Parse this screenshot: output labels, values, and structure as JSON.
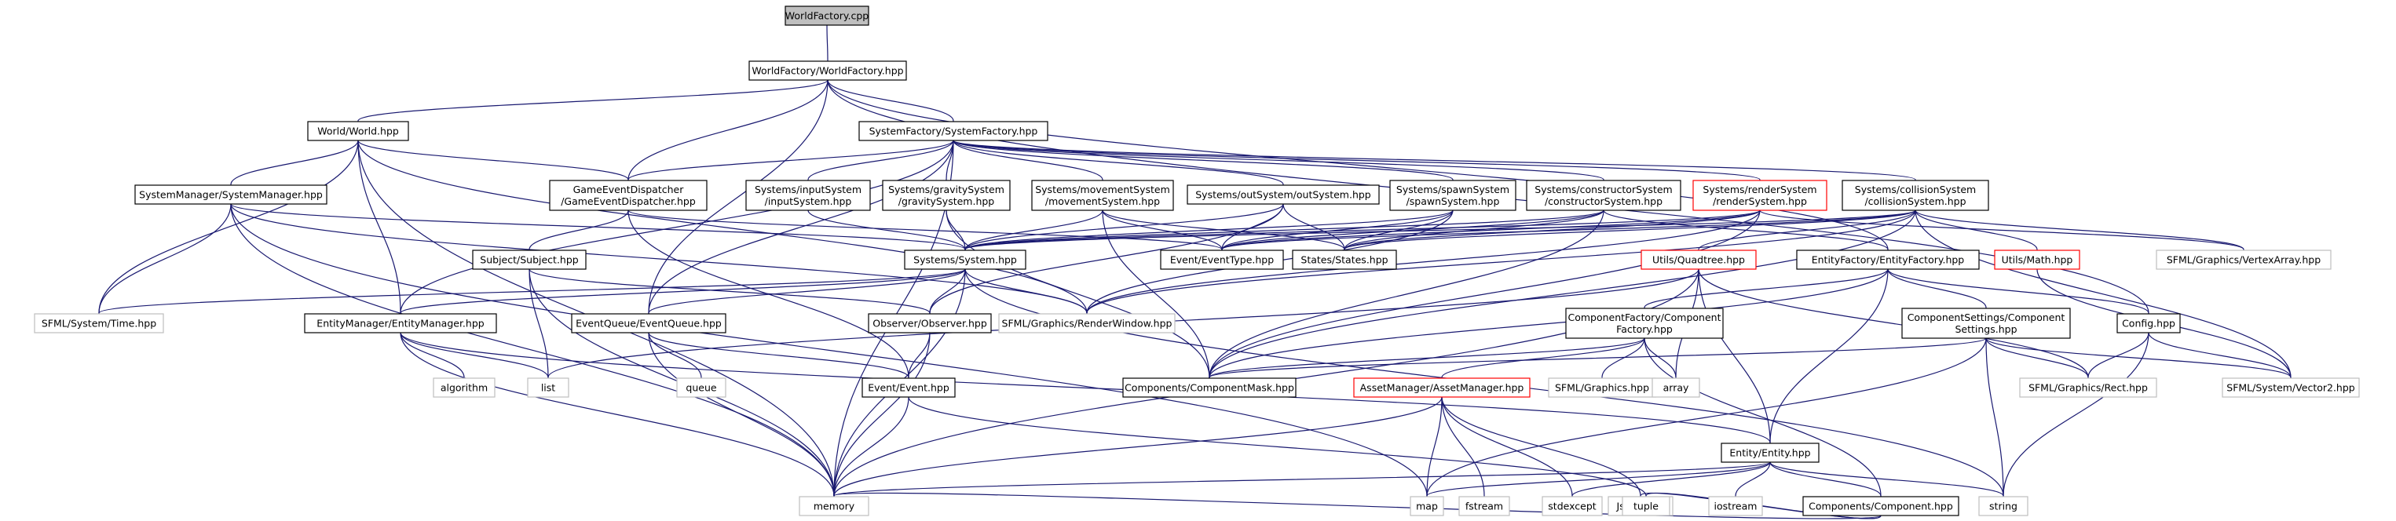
{
  "diagram": {
    "edge_color": "#191970",
    "nodes": [
      {
        "id": "root",
        "lines": [
          "WorldFactory.cpp"
        ],
        "style": "root"
      },
      {
        "id": "wf",
        "lines": [
          "WorldFactory/WorldFactory.hpp"
        ],
        "style": "normal"
      },
      {
        "id": "world",
        "lines": [
          "World/World.hpp"
        ],
        "style": "normal"
      },
      {
        "id": "sysfac",
        "lines": [
          "SystemFactory/SystemFactory.hpp"
        ],
        "style": "normal"
      },
      {
        "id": "sysmgr",
        "lines": [
          "SystemManager/SystemManager.hpp"
        ],
        "style": "normal"
      },
      {
        "id": "ged",
        "lines": [
          "GameEventDispatcher",
          "/GameEventDispatcher.hpp"
        ],
        "style": "normal"
      },
      {
        "id": "inputsys",
        "lines": [
          "Systems/inputSystem",
          "/inputSystem.hpp"
        ],
        "style": "normal"
      },
      {
        "id": "gravsys",
        "lines": [
          "Systems/gravitySystem",
          "/gravitySystem.hpp"
        ],
        "style": "normal"
      },
      {
        "id": "movesys",
        "lines": [
          "Systems/movementSystem",
          "/movementSystem.hpp"
        ],
        "style": "normal"
      },
      {
        "id": "outsys",
        "lines": [
          "Systems/outSystem/outSystem.hpp"
        ],
        "style": "normal"
      },
      {
        "id": "spawnsys",
        "lines": [
          "Systems/spawnSystem",
          "/spawnSystem.hpp"
        ],
        "style": "normal"
      },
      {
        "id": "constrsys",
        "lines": [
          "Systems/constructorSystem",
          "/constructorSystem.hpp"
        ],
        "style": "normal"
      },
      {
        "id": "rendersys",
        "lines": [
          "Systems/renderSystem",
          "/renderSystem.hpp"
        ],
        "style": "red"
      },
      {
        "id": "collsys",
        "lines": [
          "Systems/collisionSystem",
          "/collisionSystem.hpp"
        ],
        "style": "normal"
      },
      {
        "id": "subject",
        "lines": [
          "Subject/Subject.hpp"
        ],
        "style": "normal"
      },
      {
        "id": "system",
        "lines": [
          "Systems/System.hpp"
        ],
        "style": "normal"
      },
      {
        "id": "evtype",
        "lines": [
          "Event/EventType.hpp"
        ],
        "style": "normal"
      },
      {
        "id": "states",
        "lines": [
          "States/States.hpp"
        ],
        "style": "normal"
      },
      {
        "id": "quadtree",
        "lines": [
          "Utils/Quadtree.hpp"
        ],
        "style": "red"
      },
      {
        "id": "entfac",
        "lines": [
          "EntityFactory/EntityFactory.hpp"
        ],
        "style": "normal"
      },
      {
        "id": "umath",
        "lines": [
          "Utils/Math.hpp"
        ],
        "style": "red"
      },
      {
        "id": "vertexarr",
        "lines": [
          "SFML/Graphics/VertexArray.hpp"
        ],
        "style": "gray"
      },
      {
        "id": "sfmltime",
        "lines": [
          "SFML/System/Time.hpp"
        ],
        "style": "gray"
      },
      {
        "id": "entmgr",
        "lines": [
          "EntityManager/EntityManager.hpp"
        ],
        "style": "normal"
      },
      {
        "id": "evqueue",
        "lines": [
          "EventQueue/EventQueue.hpp"
        ],
        "style": "normal"
      },
      {
        "id": "observer",
        "lines": [
          "Observer/Observer.hpp"
        ],
        "style": "normal"
      },
      {
        "id": "renderwin",
        "lines": [
          "SFML/Graphics/RenderWindow.hpp"
        ],
        "style": "gray"
      },
      {
        "id": "compfac",
        "lines": [
          "ComponentFactory/Component",
          "Factory.hpp"
        ],
        "style": "normal"
      },
      {
        "id": "compset",
        "lines": [
          "ComponentSettings/Component",
          "Settings.hpp"
        ],
        "style": "normal"
      },
      {
        "id": "config",
        "lines": [
          "Config.hpp"
        ],
        "style": "normal"
      },
      {
        "id": "algorithm",
        "lines": [
          "algorithm"
        ],
        "style": "gray"
      },
      {
        "id": "list",
        "lines": [
          "list"
        ],
        "style": "gray"
      },
      {
        "id": "queue",
        "lines": [
          "queue"
        ],
        "style": "gray"
      },
      {
        "id": "event",
        "lines": [
          "Event/Event.hpp"
        ],
        "style": "normal"
      },
      {
        "id": "compmask",
        "lines": [
          "Components/ComponentMask.hpp"
        ],
        "style": "normal"
      },
      {
        "id": "sfmlgraphics",
        "lines": [
          "SFML/Graphics.hpp"
        ],
        "style": "gray"
      },
      {
        "id": "assetmgr",
        "lines": [
          "AssetManager/AssetManager.hpp"
        ],
        "style": "red"
      },
      {
        "id": "array",
        "lines": [
          "array"
        ],
        "style": "gray"
      },
      {
        "id": "rect",
        "lines": [
          "SFML/Graphics/Rect.hpp"
        ],
        "style": "gray"
      },
      {
        "id": "vector2",
        "lines": [
          "SFML/System/Vector2.hpp"
        ],
        "style": "gray"
      },
      {
        "id": "entity",
        "lines": [
          "Entity/Entity.hpp"
        ],
        "style": "normal"
      },
      {
        "id": "map",
        "lines": [
          "map"
        ],
        "style": "gray"
      },
      {
        "id": "fstream",
        "lines": [
          "fstream"
        ],
        "style": "gray"
      },
      {
        "id": "stdexcept",
        "lines": [
          "stdexcept"
        ],
        "style": "gray"
      },
      {
        "id": "jsonbox",
        "lines": [
          "JsonBox.h"
        ],
        "style": "gray"
      },
      {
        "id": "iostream",
        "lines": [
          "iostream"
        ],
        "style": "gray"
      },
      {
        "id": "component",
        "lines": [
          "Components/Component.hpp"
        ],
        "style": "normal"
      },
      {
        "id": "string",
        "lines": [
          "string"
        ],
        "style": "gray"
      },
      {
        "id": "memory",
        "lines": [
          "memory"
        ],
        "style": "gray"
      },
      {
        "id": "tuple",
        "lines": [
          "tuple"
        ],
        "style": "gray"
      }
    ],
    "edges": [
      [
        "root",
        "wf"
      ],
      [
        "wf",
        "world"
      ],
      [
        "wf",
        "sysfac"
      ],
      [
        "wf",
        "ged"
      ],
      [
        "wf",
        "evqueue"
      ],
      [
        "wf",
        "entfac"
      ],
      [
        "wf",
        "config"
      ],
      [
        "world",
        "sysmgr"
      ],
      [
        "world",
        "ged"
      ],
      [
        "world",
        "entmgr"
      ],
      [
        "world",
        "renderwin"
      ],
      [
        "world",
        "sfmltime"
      ],
      [
        "world",
        "memory"
      ],
      [
        "sysfac",
        "ged"
      ],
      [
        "sysfac",
        "inputsys"
      ],
      [
        "sysfac",
        "gravsys"
      ],
      [
        "sysfac",
        "movesys"
      ],
      [
        "sysfac",
        "outsys"
      ],
      [
        "sysfac",
        "spawnsys"
      ],
      [
        "sysfac",
        "constrsys"
      ],
      [
        "sysfac",
        "rendersys"
      ],
      [
        "sysfac",
        "collsys"
      ],
      [
        "sysfac",
        "entmgr"
      ],
      [
        "sysfac",
        "evqueue"
      ],
      [
        "sysfac",
        "memory"
      ],
      [
        "sysmgr",
        "system"
      ],
      [
        "sysmgr",
        "sfmltime"
      ],
      [
        "sysmgr",
        "renderwin"
      ],
      [
        "sysmgr",
        "memory"
      ],
      [
        "sysmgr",
        "map"
      ],
      [
        "ged",
        "subject"
      ],
      [
        "ged",
        "evtype"
      ],
      [
        "ged",
        "event"
      ],
      [
        "subject",
        "observer"
      ],
      [
        "subject",
        "list"
      ],
      [
        "subject",
        "memory"
      ],
      [
        "inputsys",
        "system"
      ],
      [
        "gravsys",
        "system"
      ],
      [
        "gravsys",
        "compmask"
      ],
      [
        "movesys",
        "system"
      ],
      [
        "movesys",
        "evtype"
      ],
      [
        "movesys",
        "states"
      ],
      [
        "movesys",
        "compmask"
      ],
      [
        "outsys",
        "system"
      ],
      [
        "outsys",
        "evtype"
      ],
      [
        "outsys",
        "states"
      ],
      [
        "outsys",
        "observer"
      ],
      [
        "spawnsys",
        "system"
      ],
      [
        "spawnsys",
        "evtype"
      ],
      [
        "spawnsys",
        "states"
      ],
      [
        "spawnsys",
        "renderwin"
      ],
      [
        "constrsys",
        "system"
      ],
      [
        "constrsys",
        "evtype"
      ],
      [
        "constrsys",
        "states"
      ],
      [
        "constrsys",
        "compmask"
      ],
      [
        "constrsys",
        "entfac"
      ],
      [
        "rendersys",
        "system"
      ],
      [
        "rendersys",
        "evtype"
      ],
      [
        "rendersys",
        "states"
      ],
      [
        "rendersys",
        "compmask"
      ],
      [
        "rendersys",
        "renderwin"
      ],
      [
        "rendersys",
        "vertexarr"
      ],
      [
        "collsys",
        "system"
      ],
      [
        "collsys",
        "evtype"
      ],
      [
        "collsys",
        "states"
      ],
      [
        "collsys",
        "quadtree"
      ],
      [
        "collsys",
        "umath"
      ],
      [
        "collsys",
        "vertexarr"
      ],
      [
        "collsys",
        "vector2"
      ],
      [
        "collsys",
        "compmask"
      ],
      [
        "collsys",
        "renderwin"
      ],
      [
        "system",
        "sfmltime"
      ],
      [
        "system",
        "renderwin"
      ],
      [
        "system",
        "entmgr"
      ],
      [
        "system",
        "evqueue"
      ],
      [
        "system",
        "observer"
      ],
      [
        "system",
        "string"
      ],
      [
        "system",
        "memory"
      ],
      [
        "quadtree",
        "list"
      ],
      [
        "quadtree",
        "array"
      ],
      [
        "quadtree",
        "entity"
      ],
      [
        "quadtree",
        "memory"
      ],
      [
        "quadtree",
        "rect"
      ],
      [
        "entfac",
        "entity"
      ],
      [
        "entfac",
        "compfac"
      ],
      [
        "entfac",
        "compset"
      ],
      [
        "entfac",
        "config"
      ],
      [
        "entfac",
        "compmask"
      ],
      [
        "umath",
        "vector2"
      ],
      [
        "entmgr",
        "algorithm"
      ],
      [
        "entmgr",
        "list"
      ],
      [
        "entmgr",
        "entity"
      ],
      [
        "entmgr",
        "memory"
      ],
      [
        "evqueue",
        "queue"
      ],
      [
        "evqueue",
        "event"
      ],
      [
        "evqueue",
        "memory"
      ],
      [
        "observer",
        "event"
      ],
      [
        "observer",
        "memory"
      ],
      [
        "compfac",
        "compmask"
      ],
      [
        "compfac",
        "sfmlgraphics"
      ],
      [
        "compfac",
        "assetmgr"
      ],
      [
        "compfac",
        "array"
      ],
      [
        "compfac",
        "component"
      ],
      [
        "compset",
        "rect"
      ],
      [
        "compset",
        "vector2"
      ],
      [
        "compset",
        "string"
      ],
      [
        "compset",
        "compmask"
      ],
      [
        "compset",
        "map"
      ],
      [
        "config",
        "rect"
      ],
      [
        "config",
        "vector2"
      ],
      [
        "config",
        "string"
      ],
      [
        "event",
        "tuple"
      ],
      [
        "event",
        "memory"
      ],
      [
        "assetmgr",
        "map"
      ],
      [
        "assetmgr",
        "fstream"
      ],
      [
        "assetmgr",
        "stdexcept"
      ],
      [
        "assetmgr",
        "jsonbox"
      ],
      [
        "assetmgr",
        "memory"
      ],
      [
        "entity",
        "component"
      ],
      [
        "entity",
        "string"
      ],
      [
        "entity",
        "iostream"
      ],
      [
        "entity",
        "stdexcept"
      ],
      [
        "entity",
        "memory"
      ],
      [
        "entity",
        "map"
      ],
      [
        "component",
        "tuple"
      ],
      [
        "component",
        "jsonbox"
      ],
      [
        "component",
        "memory"
      ]
    ]
  }
}
